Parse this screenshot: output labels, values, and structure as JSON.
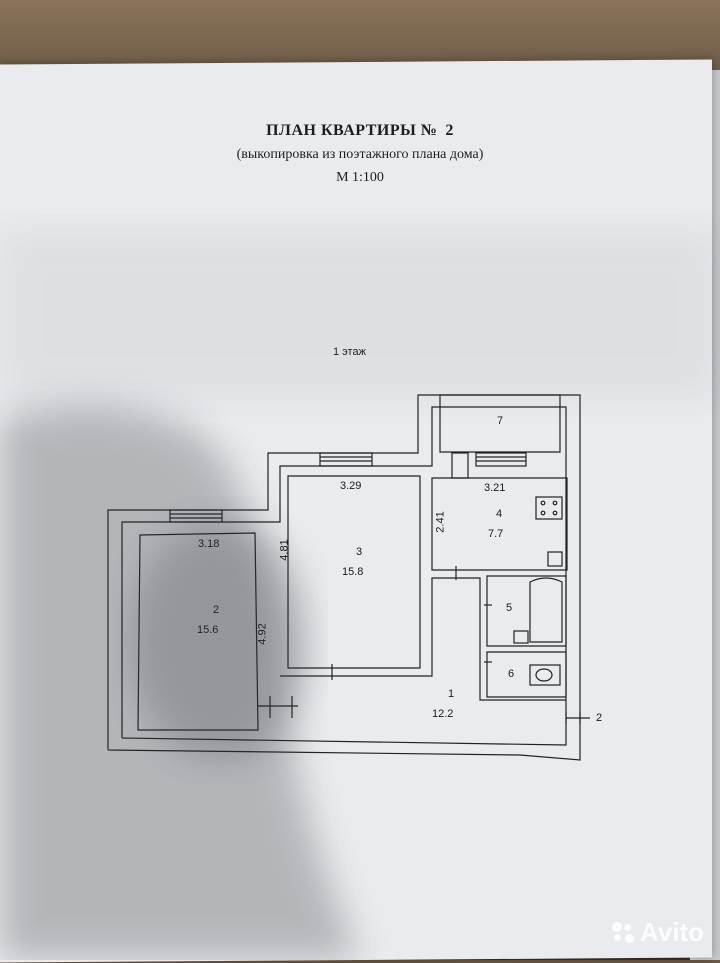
{
  "document": {
    "title": "ПЛАН КВАРТИРЫ №",
    "apartment_number": "2",
    "subtitle": "(выкопировка из поэтажного плана дома)",
    "scale": "М 1:100",
    "floor": "1 этаж"
  },
  "rooms": [
    {
      "id": "1",
      "area": "12.2"
    },
    {
      "id": "2",
      "area": "15.6"
    },
    {
      "id": "3",
      "area": "15.8"
    },
    {
      "id": "4",
      "area": "7.7"
    },
    {
      "id": "5",
      "area": ""
    },
    {
      "id": "6",
      "area": ""
    },
    {
      "id": "7",
      "area": ""
    }
  ],
  "dimensions": {
    "room2_width": "3.18",
    "room2_length": "4.92",
    "room3_width": "3.29",
    "room3_length": "4.81",
    "room4_width": "3.21",
    "room4_length": "2.41"
  },
  "marker": "2",
  "watermark": "Avito"
}
